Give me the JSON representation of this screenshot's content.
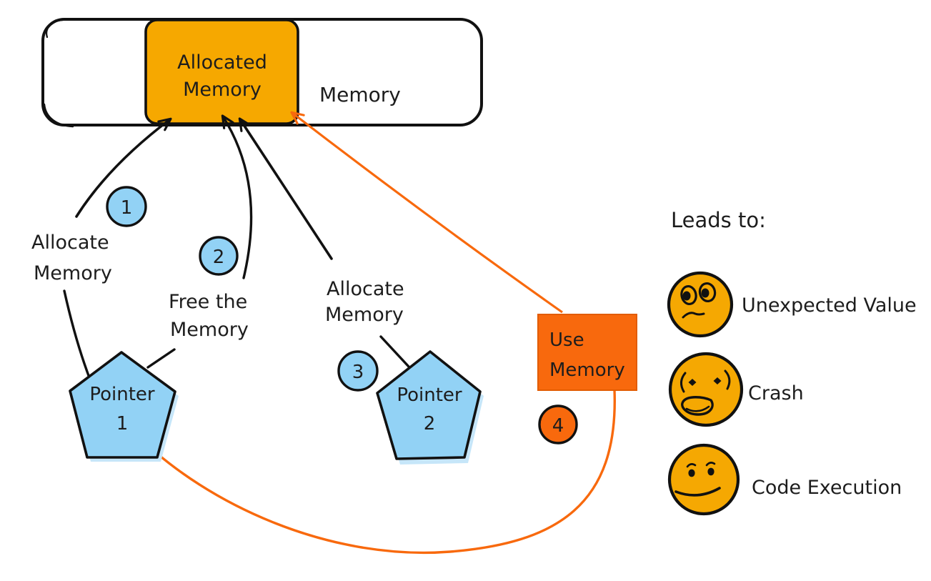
{
  "memory_bar": {
    "region_label": "Memory",
    "allocated": {
      "line1": "Allocated",
      "line2": "Memory"
    }
  },
  "steps": [
    {
      "num": "1",
      "line1": "Allocate",
      "line2": "Memory"
    },
    {
      "num": "2",
      "line1": "Free the",
      "line2": "Memory"
    },
    {
      "num": "3",
      "line1": "Allocate",
      "line2": "Memory"
    },
    {
      "num": "4",
      "line1": "Use",
      "line2": "Memory"
    }
  ],
  "pointers": [
    {
      "line1": "Pointer",
      "line2": "1"
    },
    {
      "line1": "Pointer",
      "line2": "2"
    }
  ],
  "leads_to": {
    "title": "Leads to:",
    "outcomes": [
      {
        "label": "Unexpected Value",
        "icon": "worried-wide-eyes-face-icon"
      },
      {
        "label": "Crash",
        "icon": "distressed-open-mouth-face-icon"
      },
      {
        "label": "Code Execution",
        "icon": "unamused-frown-face-icon"
      }
    ]
  },
  "colors": {
    "allocated_fill": "#F6A800",
    "step_blue": "#92D2F5",
    "accent_orange": "#F8690D",
    "face_yellow": "#F5A802",
    "ink": "#111111"
  }
}
